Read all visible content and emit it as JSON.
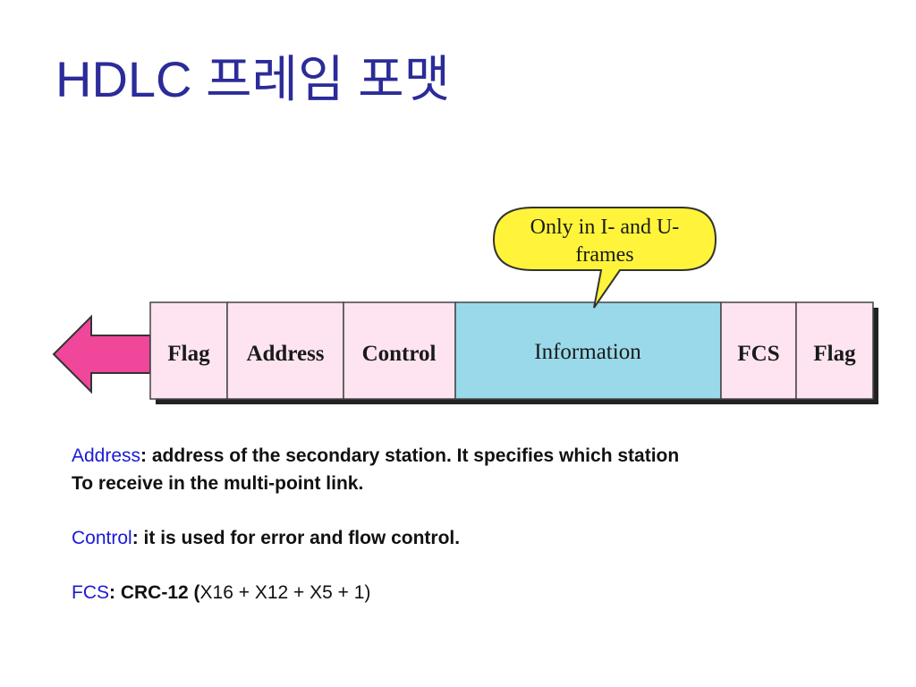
{
  "title": "HDLC 프레임 포맷",
  "frame": {
    "fields": [
      {
        "label": "Flag",
        "kind": "header"
      },
      {
        "label": "Address",
        "kind": "header"
      },
      {
        "label": "Control",
        "kind": "header"
      },
      {
        "label": "Information",
        "kind": "data"
      },
      {
        "label": "FCS",
        "kind": "trailer"
      },
      {
        "label": "Flag",
        "kind": "trailer"
      }
    ],
    "callout": {
      "line1": "Only in I- and U-",
      "line2": "frames"
    }
  },
  "colors": {
    "field_fill": "#fde4f0",
    "info_fill": "#99d9ea",
    "shadow": "#222222",
    "callout_fill": "#fff43a",
    "arrow_fill": "#f0479a",
    "title": "#2b2b99",
    "term": "#1a1ad6"
  },
  "descriptions": {
    "address": {
      "term": "Address",
      "line1": ": address of the secondary station. It specifies which station",
      "line2": "To receive in the multi-point link."
    },
    "control": {
      "term": "Control",
      "text": ": it is used for error and flow control."
    },
    "fcs": {
      "term": "FCS",
      "text": ": CRC-12 (",
      "formula": "X16 + X12 + X5 + 1)"
    }
  }
}
